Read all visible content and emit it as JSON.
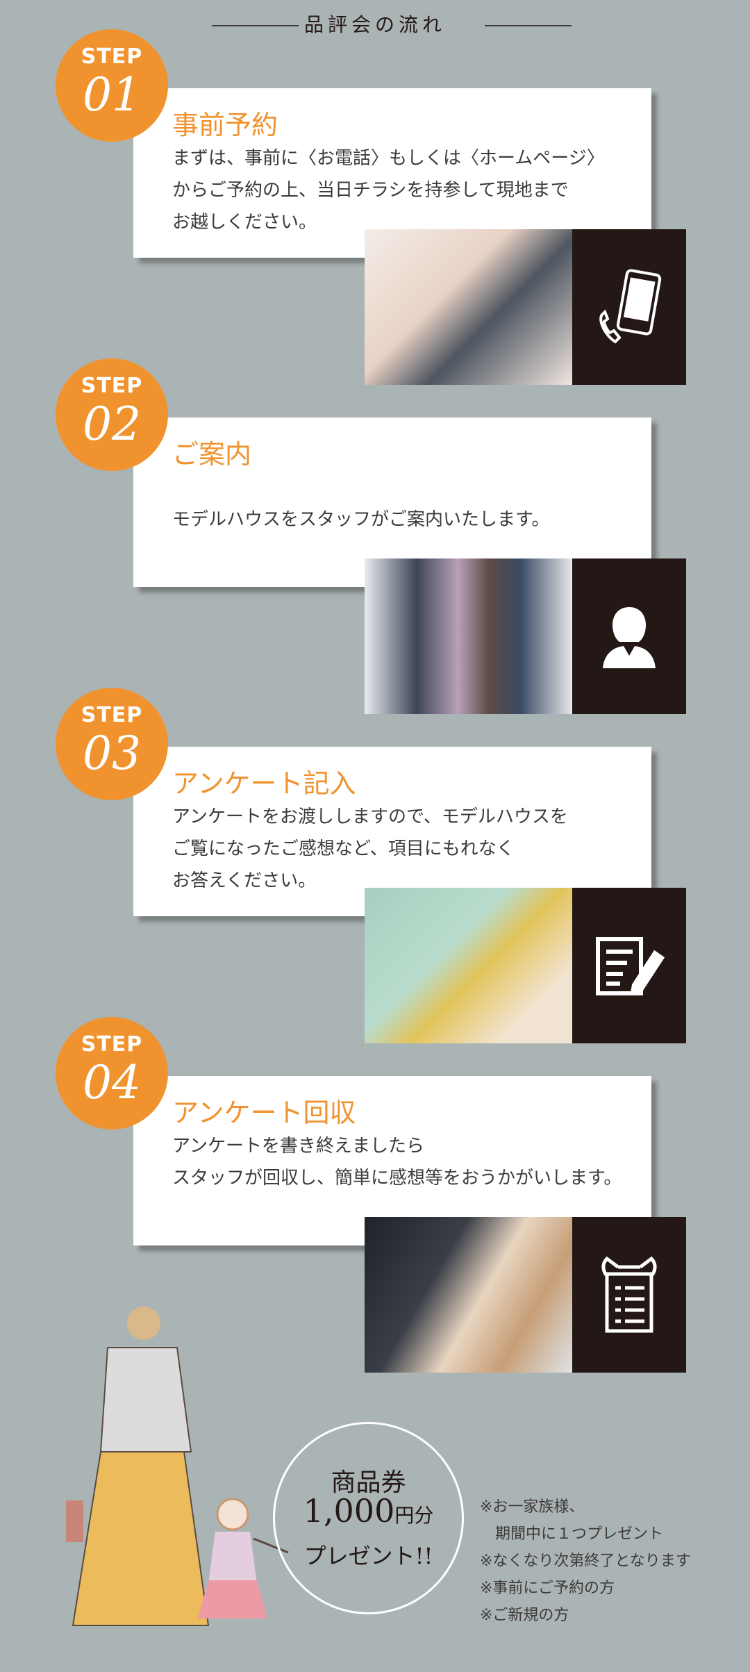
{
  "header": {
    "title": "品評会の流れ"
  },
  "steps": [
    {
      "label": "STEP",
      "number": "01",
      "title": "事前予約",
      "body": "まずは、事前に〈お電話〉もしくは〈ホームページ〉\nからご予約の上、当日チラシを持参して現地まで\nお越しください。",
      "icon": "phone-icon"
    },
    {
      "label": "STEP",
      "number": "02",
      "title": "ご案内",
      "body": "\nモデルハウスをスタッフがご案内いたします。",
      "icon": "staff-icon"
    },
    {
      "label": "STEP",
      "number": "03",
      "title": "アンケート記入",
      "body": "アンケートをお渡ししますので、モデルハウスを\nご覧になったご感想など、項目にもれなく\nお答えください。",
      "icon": "form-pen-icon"
    },
    {
      "label": "STEP",
      "number": "04",
      "title": "アンケート回収",
      "body": "アンケートを書き終えましたら\nスタッフが回収し、簡単に感想等をおうかがいします。",
      "icon": "clipboard-hands-icon"
    }
  ],
  "gift": {
    "line1": "商品券",
    "amount": "1,000",
    "unit": "円分",
    "line3": "プレゼント!!"
  },
  "notes": [
    "※お一家族様、",
    "　期間中に１つプレゼント",
    "※なくなり次第終了となります",
    "※事前にご予約の方",
    "※ご新規の方"
  ],
  "colors": {
    "accent": "#f0922e",
    "background": "#abb4b5",
    "dark": "#231815"
  }
}
